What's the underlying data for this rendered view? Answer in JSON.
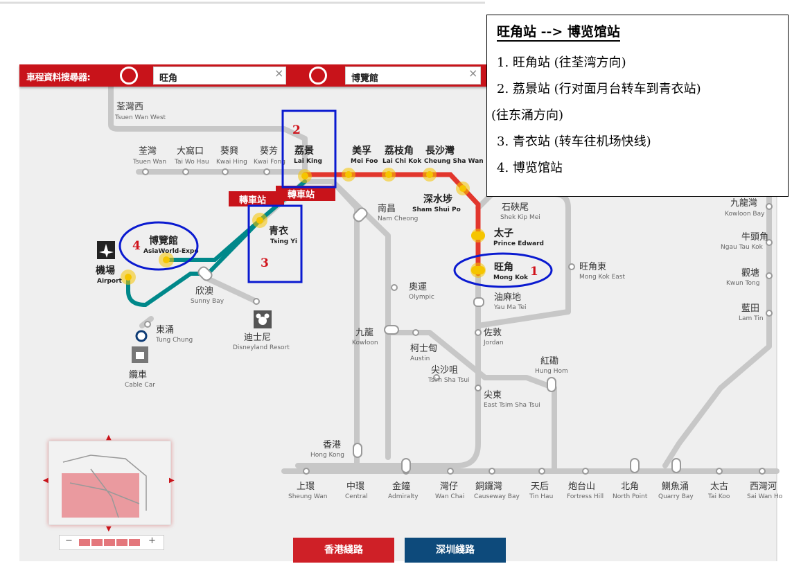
{
  "search": {
    "label": "車程資料搜尋器:",
    "from": "旺角",
    "to": "博覽館",
    "clear": "×"
  },
  "info": {
    "title": "旺角站 --> 博览馆站",
    "steps": [
      "1.  旺角站  (往荃湾方向)",
      "2.  荔景站  (行对面月台转车到青衣站)",
      "(往东涌方向)",
      "3.  青衣站  (转车往机场快线)",
      "4.  博览馆站"
    ]
  },
  "buttons": {
    "hk": "香港綫路",
    "sz": "深圳綫路"
  },
  "zoom": {
    "minus": "−",
    "plus": "+"
  },
  "interchange": [
    "轉車站",
    "轉車站"
  ],
  "markers": [
    "1",
    "2",
    "3",
    "4"
  ],
  "colors": {
    "red": "#c8131a",
    "tsuen_wan_line": "#e2362d",
    "airport_line": "#00888a",
    "grey_line": "#c7c7c7",
    "highlight": "#f5c500",
    "box_blue": "#0a1ad0",
    "btn_red": "#cf2027",
    "btn_blue": "#0d4a7b"
  },
  "stations": [
    {
      "zh": "荃灣西",
      "en": "Tsuen Wan West"
    },
    {
      "zh": "荃灣",
      "en": "Tsuen Wan"
    },
    {
      "zh": "大窩口",
      "en": "Tai Wo Hau"
    },
    {
      "zh": "葵興",
      "en": "Kwai Hing"
    },
    {
      "zh": "葵芳",
      "en": "Kwai Fong"
    },
    {
      "zh": "荔景",
      "en": "Lai King"
    },
    {
      "zh": "美孚",
      "en": "Mei Foo"
    },
    {
      "zh": "荔枝角",
      "en": "Lai Chi Kok"
    },
    {
      "zh": "長沙灣",
      "en": "Cheung Sha Wan"
    },
    {
      "zh": "深水埗",
      "en": "Sham Shui Po"
    },
    {
      "zh": "南昌",
      "en": "Nam Cheong"
    },
    {
      "zh": "青衣",
      "en": "Tsing Yi"
    },
    {
      "zh": "博覽館",
      "en": "AsiaWorld-Expo"
    },
    {
      "zh": "機場",
      "en": "Airport"
    },
    {
      "zh": "欣澳",
      "en": "Sunny Bay"
    },
    {
      "zh": "迪士尼",
      "en": "Disneyland Resort"
    },
    {
      "zh": "東涌",
      "en": "Tung Chung"
    },
    {
      "zh": "纜車",
      "en": "Cable Car"
    },
    {
      "zh": "石硤尾",
      "en": "Shek Kip Mei"
    },
    {
      "zh": "太子",
      "en": "Prince Edward"
    },
    {
      "zh": "旺角",
      "en": "Mong Kok"
    },
    {
      "zh": "旺角東",
      "en": "Mong Kok East"
    },
    {
      "zh": "油麻地",
      "en": "Yau Ma Tei"
    },
    {
      "zh": "奧運",
      "en": "Olympic"
    },
    {
      "zh": "九龍",
      "en": "Kowloon"
    },
    {
      "zh": "柯士甸",
      "en": "Austin"
    },
    {
      "zh": "佐敦",
      "en": "Jordan"
    },
    {
      "zh": "尖沙咀",
      "en": "Tsim Sha Tsui"
    },
    {
      "zh": "尖東",
      "en": "East Tsim Sha Tsui"
    },
    {
      "zh": "紅磡",
      "en": "Hung Hom"
    },
    {
      "zh": "九龍灣",
      "en": "Kowloon Bay"
    },
    {
      "zh": "牛頭角",
      "en": "Ngau Tau Kok"
    },
    {
      "zh": "觀塘",
      "en": "Kwun Tong"
    },
    {
      "zh": "藍田",
      "en": "Lam Tin"
    },
    {
      "zh": "香港",
      "en": "Hong Kong"
    },
    {
      "zh": "上環",
      "en": "Sheung Wan"
    },
    {
      "zh": "中環",
      "en": "Central"
    },
    {
      "zh": "金鐘",
      "en": "Admiralty"
    },
    {
      "zh": "灣仔",
      "en": "Wan Chai"
    },
    {
      "zh": "銅鑼灣",
      "en": "Causeway Bay"
    },
    {
      "zh": "天后",
      "en": "Tin Hau"
    },
    {
      "zh": "炮台山",
      "en": "Fortress Hill"
    },
    {
      "zh": "北角",
      "en": "North Point"
    },
    {
      "zh": "鰂魚涌",
      "en": "Quarry Bay"
    },
    {
      "zh": "太古",
      "en": "Tai Koo"
    },
    {
      "zh": "西灣河",
      "en": "Sai Wan Ho"
    }
  ]
}
